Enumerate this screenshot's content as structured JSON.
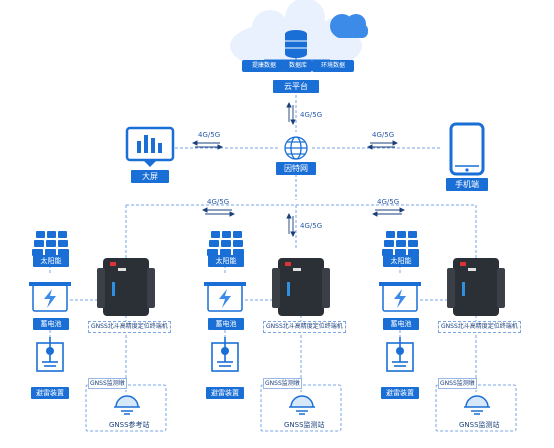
{
  "cloud": {
    "platform_label": "云平台",
    "items": [
      "提康数据",
      "数据库",
      "环境数据"
    ]
  },
  "internet_label": "因特网",
  "network_labels": {
    "cloud_link": "4G/5G",
    "big_screen_link": "4G/5G",
    "phone_link": "4G/5G",
    "left_link": "4G/5G",
    "center_link": "4G/5G",
    "right_link": "4G/5G"
  },
  "big_screen_label": "大屏",
  "phone_label": "手机端",
  "stations": [
    {
      "solar": "太阳能",
      "battery": "蓄电池",
      "terminal": "GNSS北斗高精度定位终端机",
      "protector": "避雷装置",
      "gnss_tag": "GNSS监测墩",
      "station": "GNSS参考站"
    },
    {
      "solar": "太阳能",
      "battery": "蓄电池",
      "terminal": "GNSS北斗高精度定位终端机",
      "protector": "避雷装置",
      "gnss_tag": "GNSS监测墩",
      "station": "GNSS监测站"
    },
    {
      "solar": "太阳能",
      "battery": "蓄电池",
      "terminal": "GNSS北斗高精度定位终端机",
      "protector": "避雷装置",
      "gnss_tag": "GNSS监测墩",
      "station": "GNSS监测站"
    }
  ],
  "colors": {
    "blue": "#1a6fd6",
    "dark_blue": "#1a3f7a",
    "dash": "#7aa6e6",
    "device": "#2b2f36"
  }
}
